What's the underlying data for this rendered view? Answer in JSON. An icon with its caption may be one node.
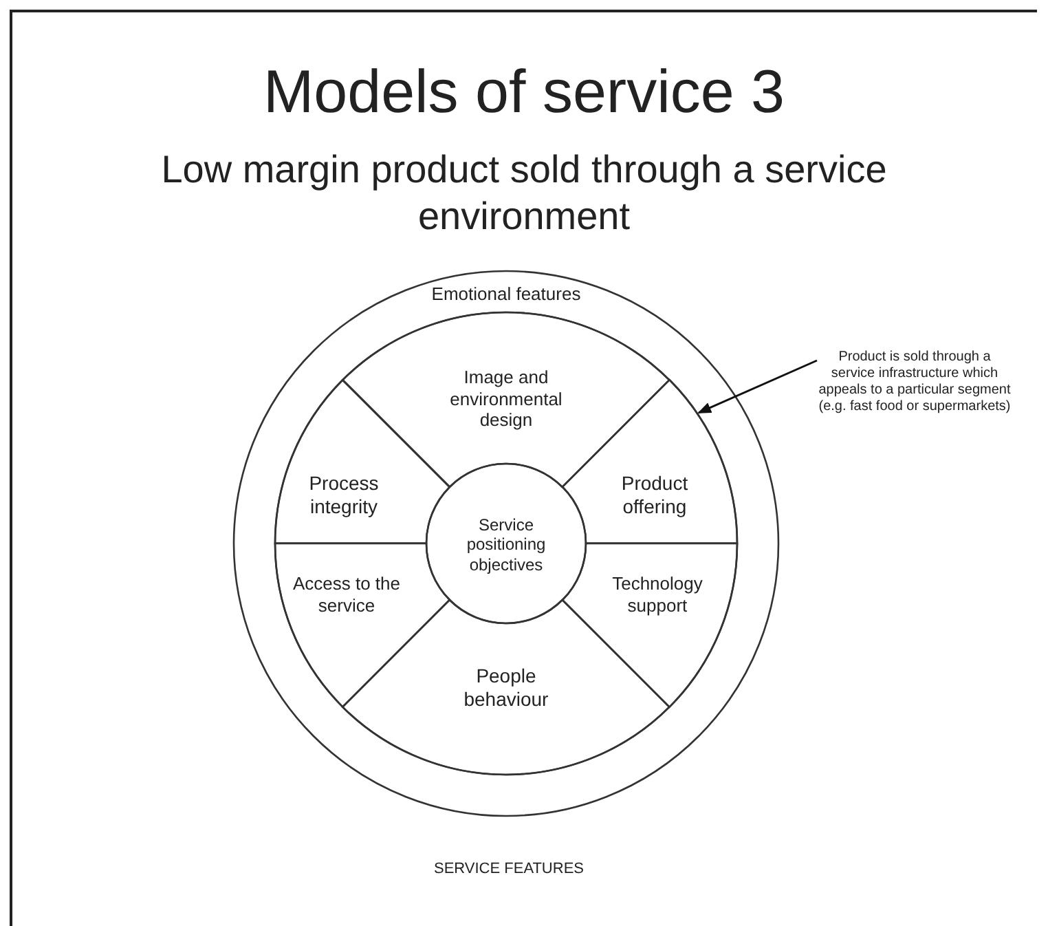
{
  "diagram": {
    "title": "Models of service 3",
    "nodes": [
      {
        "text": [
          "Emotional features"
        ]
      },
      {
        "text": [
          "Image and environmental design"
        ],
        "in": 0
      },
      {
        "text": [
          "Process integrity"
        ],
        "in": 0
      },
      {
        "text": [
          "Product offering"
        ],
        "in": 0
      },
      {
        "text": [
          "Service positioning objectives"
        ],
        "in": 0
      },
      {
        "text": [
          "Access to the service"
        ],
        "in": 0
      },
      {
        "text": [
          "Technology support"
        ],
        "in": 0
      },
      {
        "text": [
          "People behaviour"
        ],
        "in": 0
      },
      {
        "text": [
          "Product is sold through a service infrastructure which appeals to a particular segment (e.g. fast food or supermarkets)"
        ]
      }
    ],
    "edges": [
      {
        "from": 8,
        "to": 3,
        "arrow": "to"
      }
    ],
    "labels": [
      "Low margin product sold through a service environment",
      "SERVICE FEATURES"
    ]
  }
}
